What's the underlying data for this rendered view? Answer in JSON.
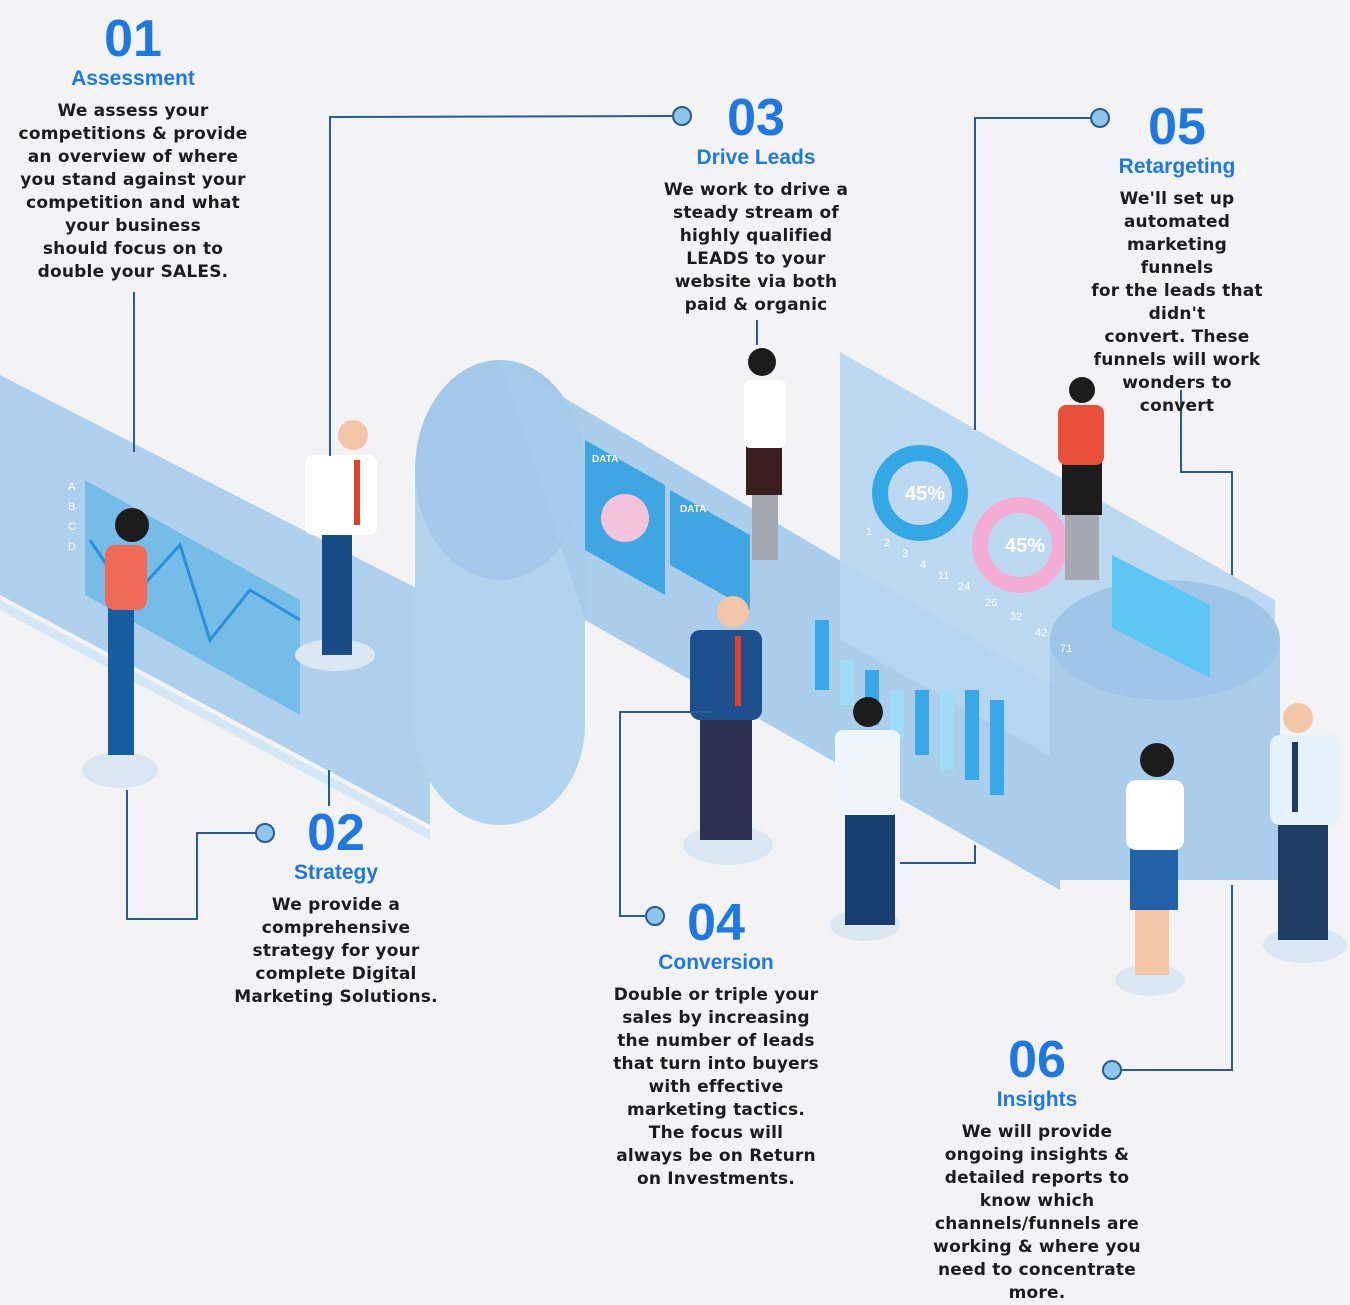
{
  "steps": [
    {
      "number": "01",
      "title": "Assessment",
      "body": "We assess your\ncompetitions & provide\nan overview of where\nyou stand against your\ncompetition and what\nyour business\nshould focus on to\ndouble your SALES."
    },
    {
      "number": "02",
      "title": "Strategy",
      "body": "We provide a\ncomprehensive\nstrategy for your\ncomplete Digital\nMarketing Solutions."
    },
    {
      "number": "03",
      "title": "Drive Leads",
      "body": "We work to drive a\nsteady stream of\nhighly qualified\nLEADS to your\nwebsite via both\npaid & organic"
    },
    {
      "number": "04",
      "title": "Conversion",
      "body": "Double or triple your\nsales by increasing\nthe number of leads\nthat turn into buyers\nwith effective\nmarketing tactics.\nThe focus will\nalways be on Return\non Investments."
    },
    {
      "number": "05",
      "title": "Retargeting",
      "body": "We'll set up\nautomated\nmarketing funnels\nfor the leads that\ndidn't\nconvert. These\nfunnels will work\nwonders to convert"
    },
    {
      "number": "06",
      "title": "Insights",
      "body": "We will provide\nongoing insights &\ndetailed reports to\nknow which\nchannels/funnels are\nworking & where you\nneed to concentrate\nmore."
    }
  ],
  "illustration": {
    "donut_label_1": "45%",
    "donut_label_2": "45%",
    "panel_label_1": "DATA",
    "panel_label_2": "DATA",
    "axis_letters": [
      "A",
      "B",
      "C",
      "D"
    ],
    "axis_numbers": [
      "1",
      "2",
      "3",
      "4",
      "11",
      "24",
      "26",
      "32",
      "42",
      "71"
    ]
  },
  "colors": {
    "accent": "#1f78e0",
    "connector": "#2b5a8f",
    "band": "#acd0ee",
    "dot": "#8cc6ec"
  }
}
